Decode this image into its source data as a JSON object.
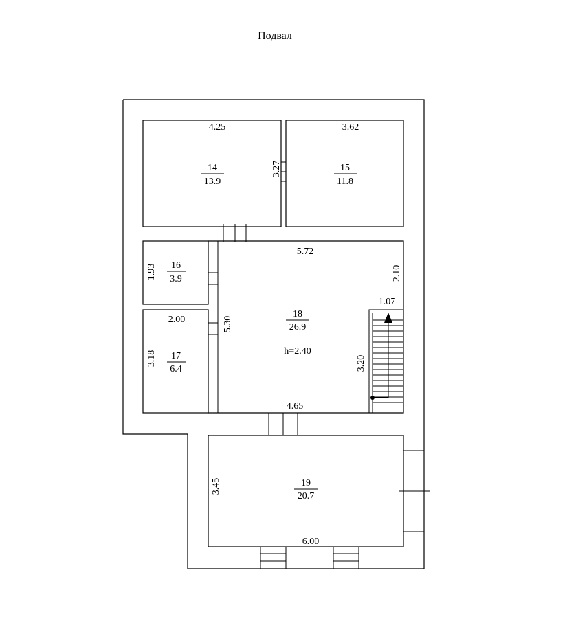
{
  "title": "Подвал",
  "rooms": [
    {
      "number": "14",
      "area": "13.9"
    },
    {
      "number": "15",
      "area": "11.8"
    },
    {
      "number": "16",
      "area": "3.9"
    },
    {
      "number": "17",
      "area": "6.4"
    },
    {
      "number": "18",
      "area": "26.9"
    },
    {
      "number": "19",
      "area": "20.7"
    }
  ],
  "dimensions": {
    "r14_width": "4.25",
    "r15_width": "3.62",
    "r14_15_depth": "3.27",
    "r18_top": "5.72",
    "r18_right_upper": "2.10",
    "stair_width": "1.07",
    "r16_depth": "1.93",
    "r17_width": "2.00",
    "r17_depth": "3.18",
    "corridor_length": "5.30",
    "stair_length": "3.20",
    "r18_bottom": "4.65",
    "r19_depth": "3.45",
    "r19_width": "6.00"
  },
  "ceiling_height": "h=2.40"
}
